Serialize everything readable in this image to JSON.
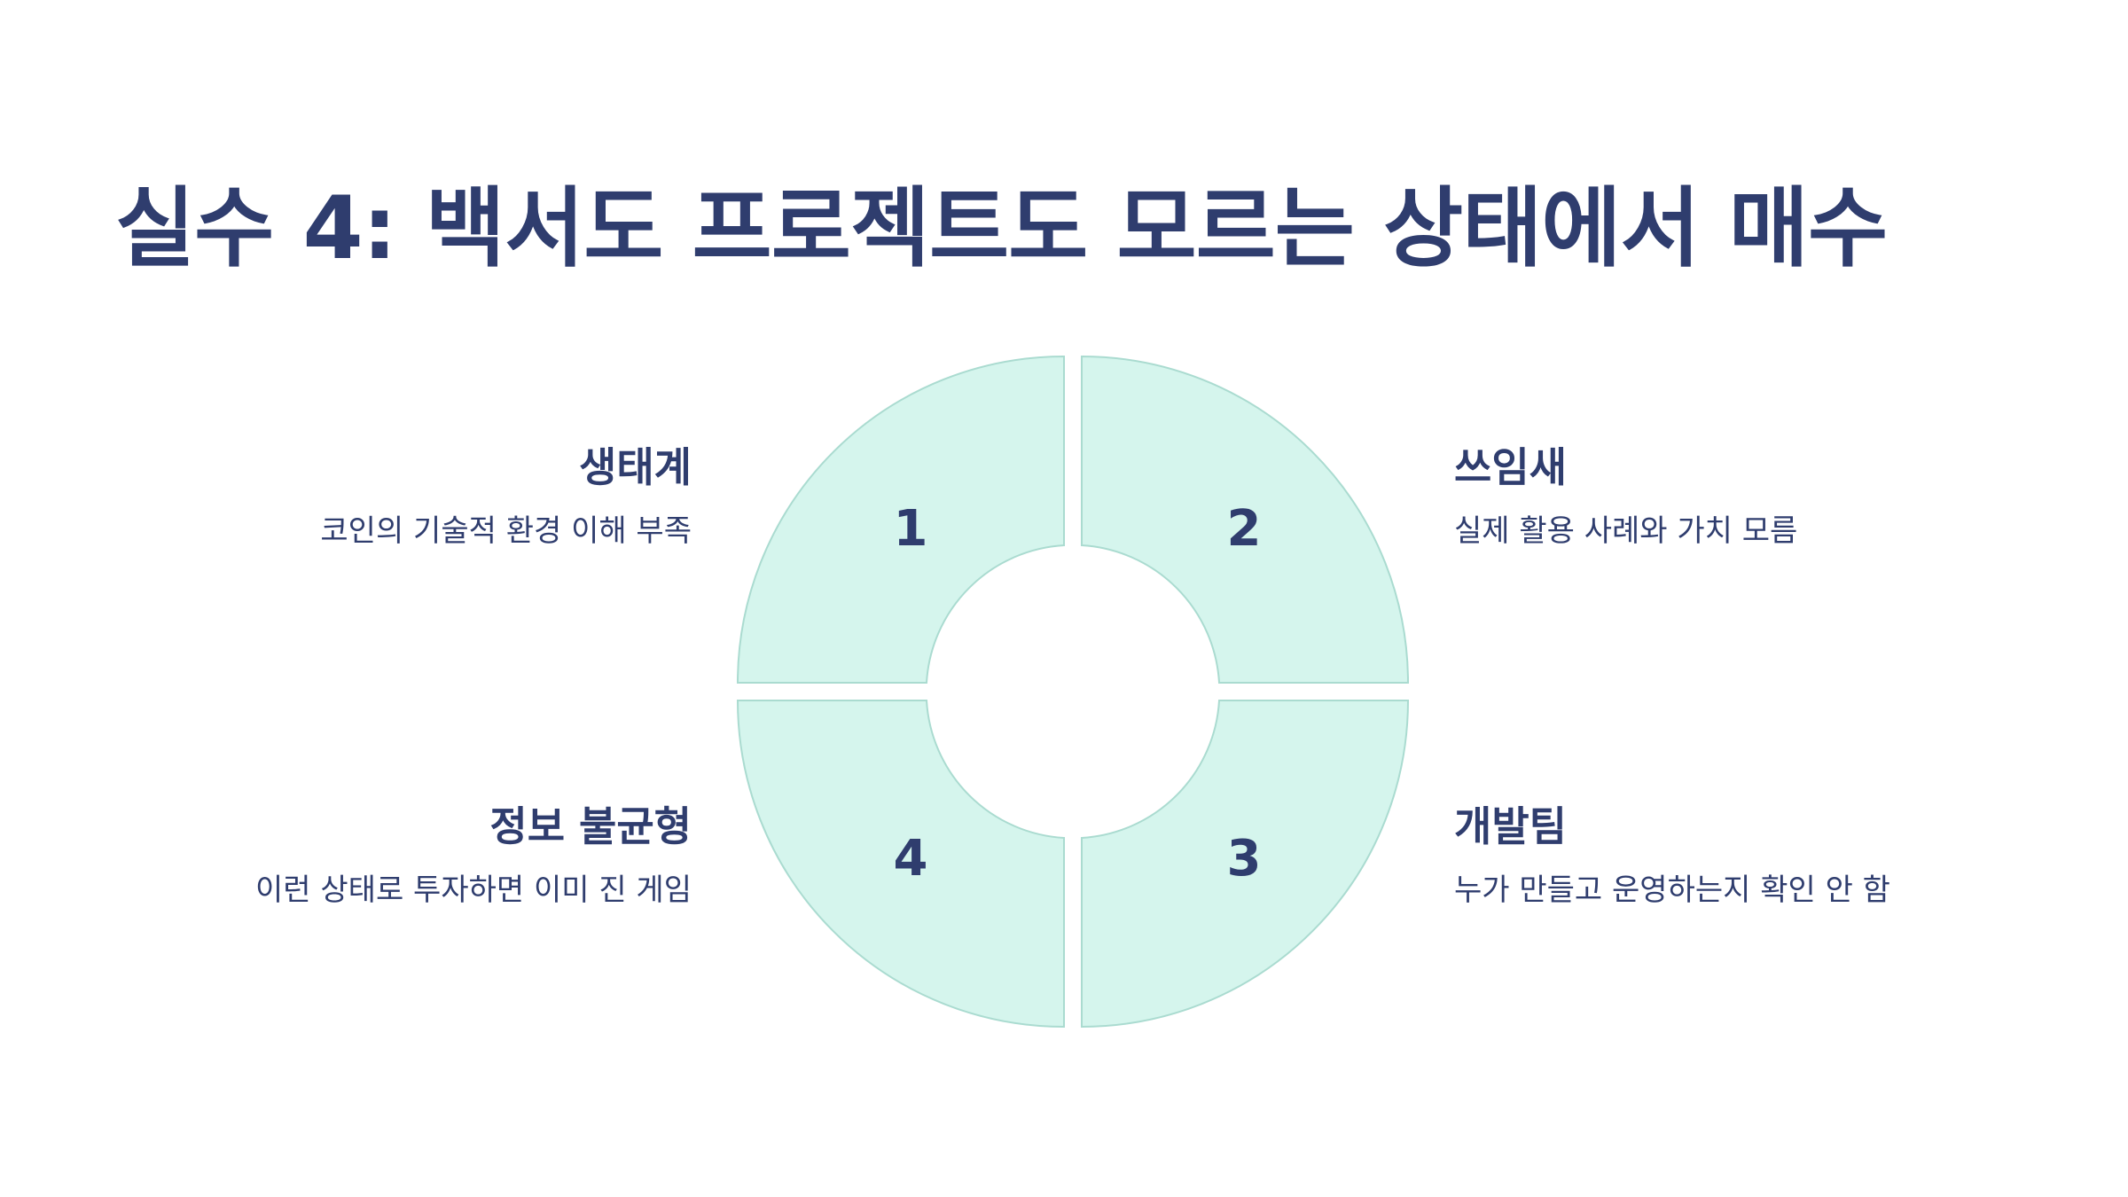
{
  "title": "실수 4: 백서도 프로젝트도 모르는 상태에서 매수",
  "segments": [
    {
      "number": "1",
      "heading": "생태계",
      "description": "코인의 기술적 환경 이해 부족"
    },
    {
      "number": "2",
      "heading": "쓰임새",
      "description": "실제 활용 사례와 가치 모름"
    },
    {
      "number": "3",
      "heading": "개발팀",
      "description": "누가 만들고 운영하는지 확인 안 함"
    },
    {
      "number": "4",
      "heading": "정보 불균형",
      "description": "이런 상태로 투자하면 이미 진 게임"
    }
  ],
  "colors": {
    "text": "#2f3d6e",
    "segment_fill": "#d5f5ed",
    "segment_stroke": "#aadbd0",
    "background": "#ffffff"
  }
}
